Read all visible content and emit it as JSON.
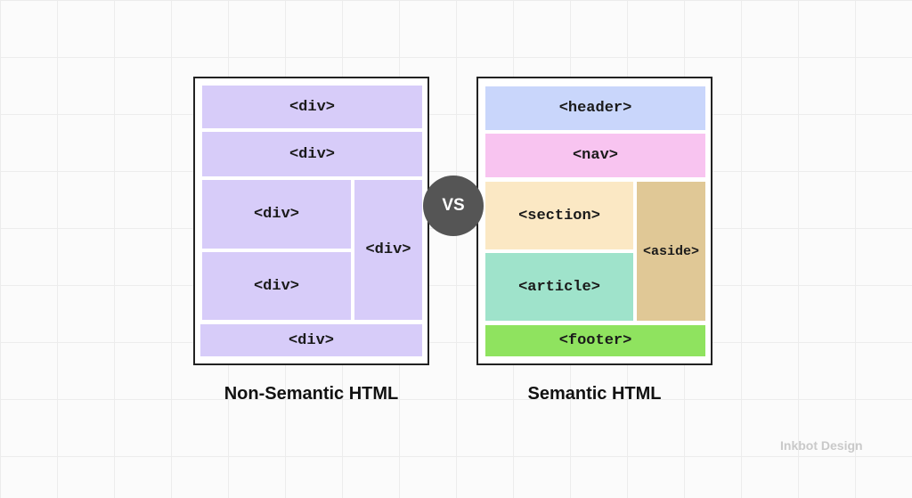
{
  "left_panel": {
    "caption": "Non-Semantic HTML",
    "blocks": [
      "<div>",
      "<div>",
      "<div>",
      "<div>",
      "<div>",
      "<div>"
    ]
  },
  "right_panel": {
    "caption": "Semantic HTML",
    "blocks": {
      "header": "<header>",
      "nav": "<nav>",
      "section": "<section>",
      "article": "<article>",
      "aside": "<aside>",
      "footer": "<footer>"
    }
  },
  "vs_label": "VS",
  "watermark": "Inkbot Design",
  "colors": {
    "div": "#d7ccf9",
    "header": "#c9d6fb",
    "nav": "#f8c4f0",
    "section": "#fbe8c4",
    "article": "#9fe3cb",
    "aside": "#e0c896",
    "footer": "#8fe35f",
    "vs_circle": "#555555"
  }
}
